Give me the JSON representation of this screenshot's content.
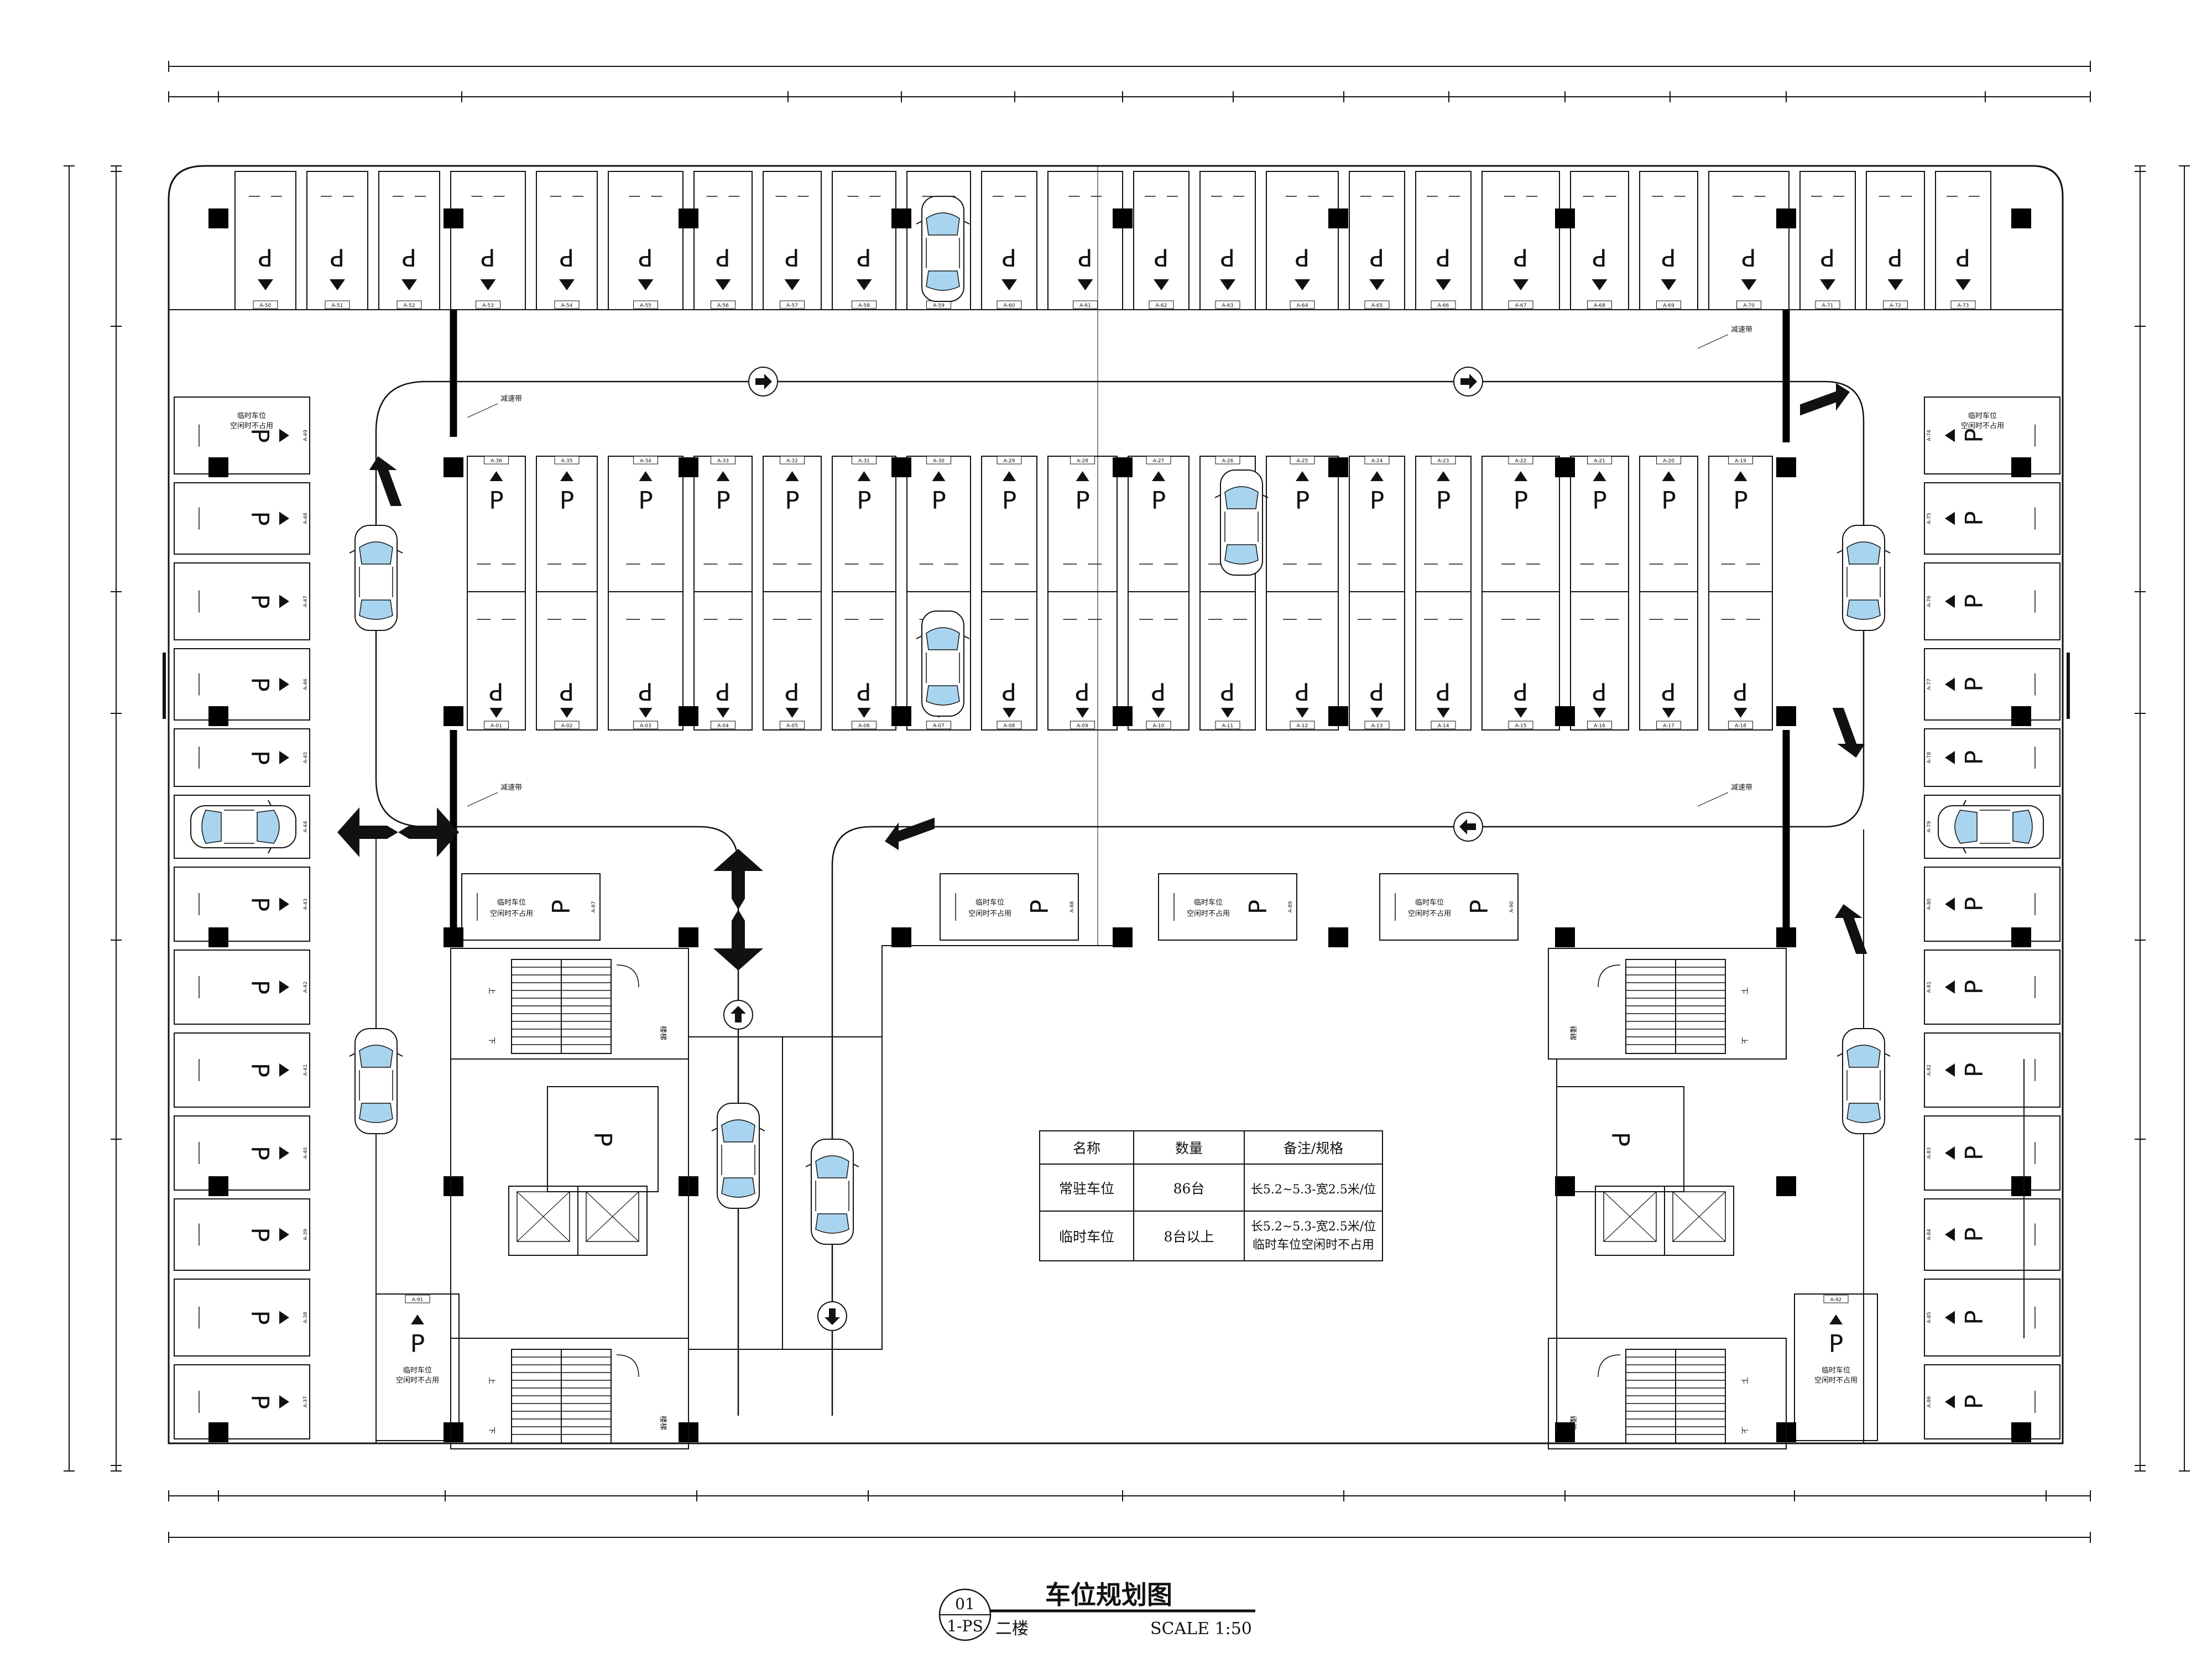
{
  "drawing": {
    "title": "车位规划图",
    "floor": "二楼",
    "scale": "SCALE 1:50",
    "sheet_number": "01",
    "sheet_code": "1-PS"
  },
  "legend": {
    "headers": [
      "名称",
      "数量",
      "备注/规格"
    ],
    "rows": [
      {
        "name": "常驻车位",
        "qty": "86台",
        "note": [
          "长5.2~5.3-宽2.5米/位"
        ]
      },
      {
        "name": "临时车位",
        "qty": "8台以上",
        "note": [
          "长5.2~5.3-宽2.5米/位",
          "临时车位空闲时不占用"
        ]
      }
    ]
  },
  "labels": {
    "parking_mark": "P",
    "temp_line1": "临时车位",
    "temp_line2": "空闲时不占用",
    "speed_bump": "减速带",
    "stair_up": "上",
    "stair_down": "下",
    "stair_label": "楼梯"
  },
  "spot_codes": {
    "top_row": [
      "A-50",
      "A-51",
      "A-52",
      "A-53",
      "A-54",
      "A-55",
      "A-56",
      "A-57",
      "A-58",
      "A-59",
      "A-60",
      "A-61",
      "A-62",
      "A-63",
      "A-64",
      "A-65",
      "A-66",
      "A-67",
      "A-68",
      "A-69",
      "A-70",
      "A-71",
      "A-72",
      "A-73"
    ],
    "mid_upper": [
      "A-36",
      "A-35",
      "A-34",
      "A-33",
      "A-32",
      "A-31",
      "A-30",
      "A-29",
      "A-28",
      "A-27",
      "A-26",
      "A-25",
      "A-24",
      "A-23",
      "A-22",
      "A-21",
      "A-20",
      "A-19"
    ],
    "mid_lower": [
      "A-01",
      "A-02",
      "A-03",
      "A-04",
      "A-05",
      "A-06",
      "A-07",
      "A-08",
      "A-09",
      "A-10",
      "A-11",
      "A-12",
      "A-13",
      "A-14",
      "A-15",
      "A-16",
      "A-17",
      "A-18"
    ],
    "left_col": [
      "A-49",
      "A-48",
      "A-47",
      "A-46",
      "A-45",
      "A-44",
      "A-43",
      "A-42",
      "A-41",
      "A-40",
      "A-39",
      "A-38",
      "A-37"
    ],
    "right_col": [
      "A-74",
      "A-75",
      "A-76",
      "A-77",
      "A-78",
      "A-79",
      "A-80",
      "A-81",
      "A-82",
      "A-83",
      "A-84",
      "A-85",
      "A-86"
    ],
    "temp_spots": [
      "A-87",
      "A-88",
      "A-89",
      "A-90",
      "A-91",
      "A-92"
    ]
  },
  "colors": {
    "line": "#111111",
    "car_glass": "#a8d4f0",
    "column": "#000000"
  }
}
